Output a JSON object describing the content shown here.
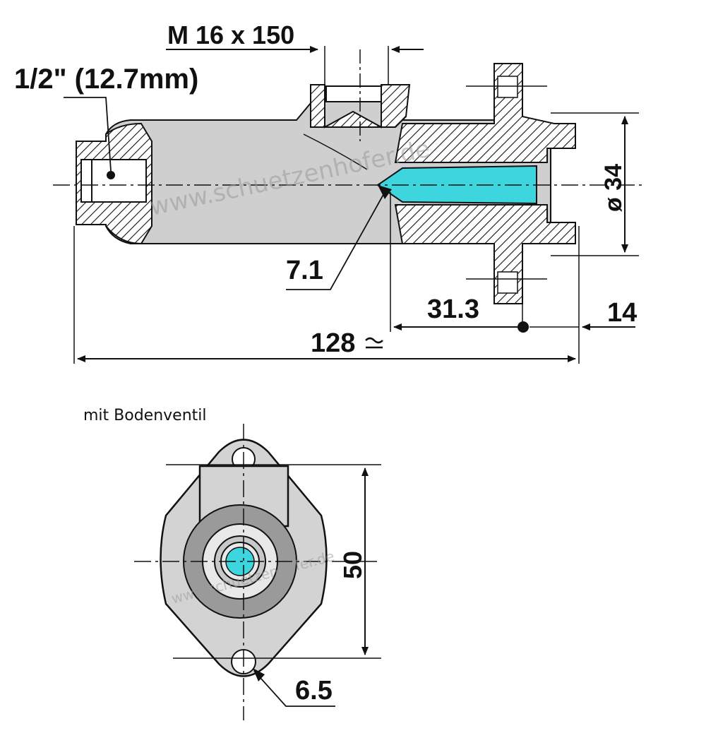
{
  "side_view": {
    "labels": {
      "thread": "M 16 x 150",
      "port": "1/2\" (12.7mm)",
      "diameter": "ø 34",
      "bore_tip": "7.1",
      "stroke": "31.3",
      "flange": "14",
      "length": "128"
    }
  },
  "front_view": {
    "caption": "mit Bodenventil",
    "labels": {
      "height": "50",
      "hole": "6.5"
    }
  },
  "watermark": "www.schuetzenhofer.de",
  "colors": {
    "body": "#cfcfcf",
    "ring": "#9a9a9a",
    "fluid": "#3ed6de",
    "line": "#111111"
  }
}
